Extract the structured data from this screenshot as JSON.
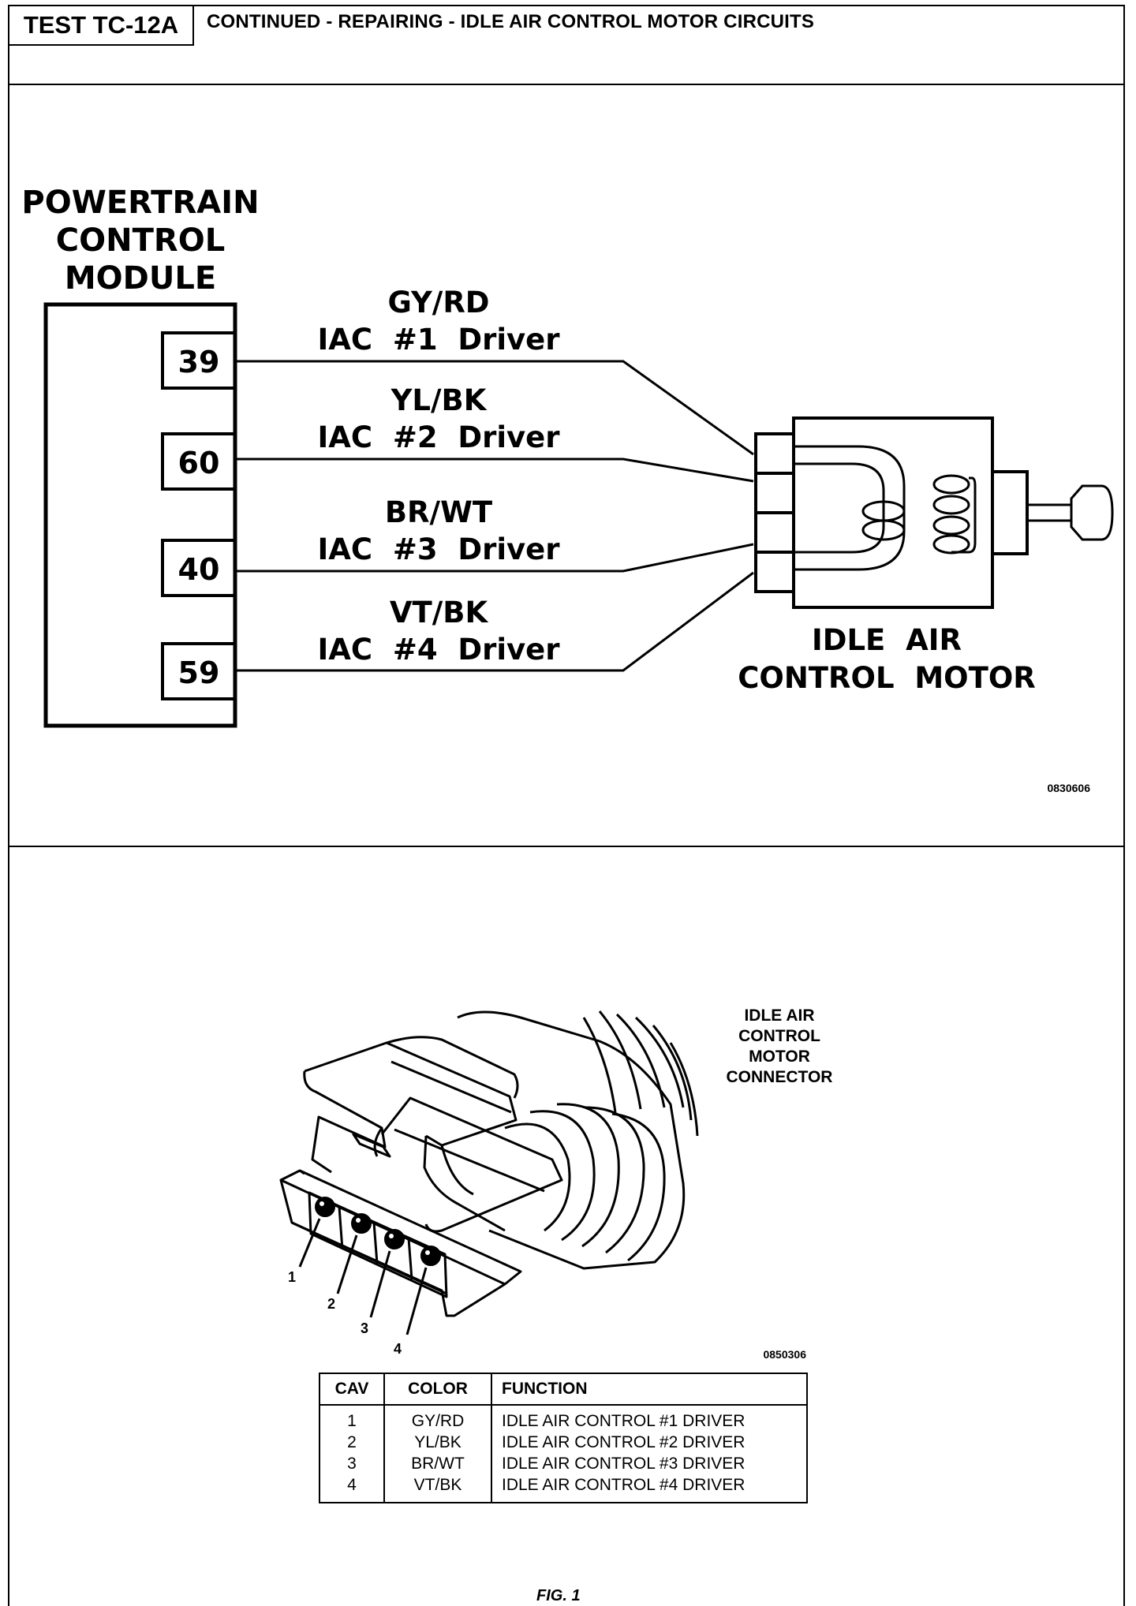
{
  "header": {
    "test_id": "TEST TC-12A",
    "title": "CONTINUED - REPAIRING - IDLE AIR CONTROL MOTOR CIRCUITS"
  },
  "schematic": {
    "module_label": [
      "POWERTRAIN",
      "CONTROL",
      "MODULE"
    ],
    "motor_label": [
      "IDLE  AIR",
      "CONTROL  MOTOR"
    ],
    "circuits": [
      {
        "pin": "39",
        "color": "GY/RD",
        "function": "IAC  #1  Driver"
      },
      {
        "pin": "60",
        "color": "YL/BK",
        "function": "IAC  #2  Driver"
      },
      {
        "pin": "40",
        "color": "BR/WT",
        "function": "IAC  #3  Driver"
      },
      {
        "pin": "59",
        "color": "VT/BK",
        "function": "IAC  #4  Driver"
      }
    ],
    "code": "0830606"
  },
  "connector": {
    "label": [
      "IDLE AIR",
      "CONTROL",
      "MOTOR",
      "CONNECTOR"
    ],
    "cavities": [
      "1",
      "2",
      "3",
      "4"
    ],
    "code": "0850306"
  },
  "cav_table": {
    "headers": [
      "CAV",
      "COLOR",
      "FUNCTION"
    ],
    "rows": [
      [
        "1",
        "GY/RD",
        "IDLE AIR CONTROL #1 DRIVER"
      ],
      [
        "2",
        "YL/BK",
        "IDLE AIR CONTROL #2 DRIVER"
      ],
      [
        "3",
        "BR/WT",
        "IDLE AIR CONTROL #3 DRIVER"
      ],
      [
        "4",
        "VT/BK",
        "IDLE AIR CONTROL #4 DRIVER"
      ]
    ]
  },
  "figure_label": "FIG. 1"
}
